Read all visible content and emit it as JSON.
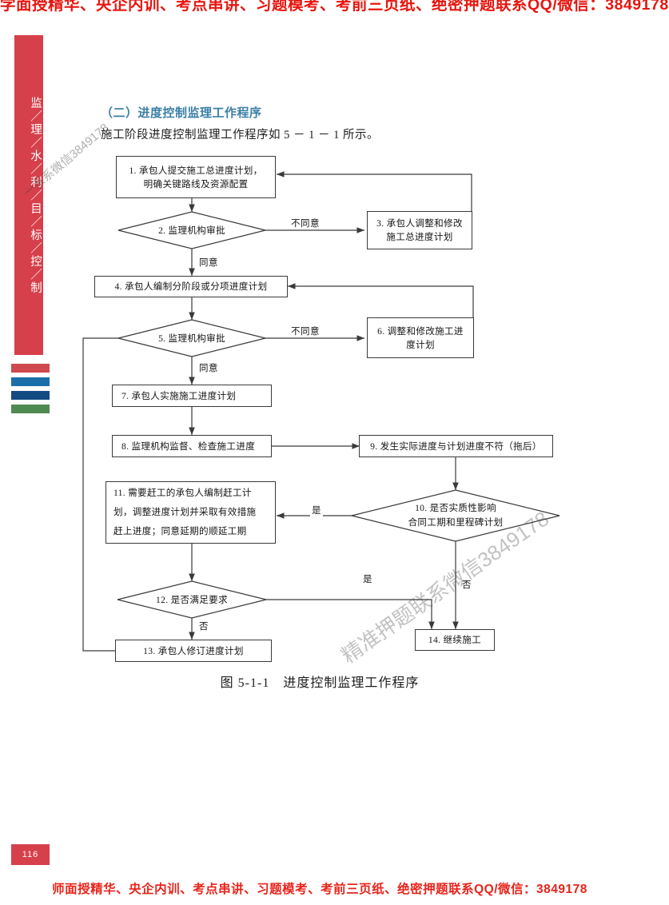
{
  "banners": {
    "top": "学面授精华、央企内训、考点串讲、习题模考、考前三页纸、绝密押题联系QQ/微信：3849178",
    "bottom": "师面授精华、央企内训、考点串讲、习题模考、考前三页纸、绝密押题联系QQ/微信：3849178"
  },
  "sidebar": {
    "tab_text": "监／理／水／利／目／标／控／制",
    "bars": [
      "#cf4a4f",
      "#1b6fa8",
      "#144a82",
      "#4e8a52"
    ],
    "page_number": "116"
  },
  "content": {
    "section_title": "（二）进度控制监理工作程序",
    "paragraph": "施工阶段进度控制监理工作程序如 5 － 1 － 1 所示。",
    "figure_caption": "图 5-1-1　进度控制监理工作程序"
  },
  "watermarks": {
    "small": "一系系微信3849178",
    "large": "精准押题联系微信3849178"
  },
  "chart_data": {
    "type": "diagram",
    "title": "进度控制监理工作程序",
    "nodes": [
      {
        "id": 1,
        "shape": "box",
        "text": "1. 承包人提交施工总进度计划，\n明确关键路线及资源配置"
      },
      {
        "id": 2,
        "shape": "diamond",
        "text": "2. 监理机构审批"
      },
      {
        "id": 3,
        "shape": "box",
        "text": "3. 承包人调整和修改\n施工总进度计划"
      },
      {
        "id": 4,
        "shape": "box",
        "text": "4. 承包人编制分阶段或分项进度计划"
      },
      {
        "id": 5,
        "shape": "diamond",
        "text": "5. 监理机构审批"
      },
      {
        "id": 6,
        "shape": "box",
        "text": "6. 调整和修改施工进\n度计划"
      },
      {
        "id": 7,
        "shape": "box",
        "text": "7. 承包人实施施工进度计划"
      },
      {
        "id": 8,
        "shape": "box",
        "text": "8. 监理机构监督、检查施工进度"
      },
      {
        "id": 9,
        "shape": "box",
        "text": "9. 发生实际进度与计划进度不符（拖后）"
      },
      {
        "id": 10,
        "shape": "diamond",
        "text": "10. 是否实质性影响\n合同工期和里程碑计划"
      },
      {
        "id": 11,
        "shape": "box",
        "text": "11. 需要赶工的承包人编制赶工计\n划，调整进度计划并采取有效措施\n赶上进度；同意延期的顺延工期"
      },
      {
        "id": 12,
        "shape": "diamond",
        "text": "12. 是否满足要求"
      },
      {
        "id": 13,
        "shape": "box",
        "text": "13. 承包人修订进度计划"
      },
      {
        "id": 14,
        "shape": "box",
        "text": "14. 继续施工"
      }
    ],
    "edge_labels": [
      {
        "id": "e2_no",
        "text": "不同意"
      },
      {
        "id": "e2_yes",
        "text": "同意"
      },
      {
        "id": "e5_no",
        "text": "不同意"
      },
      {
        "id": "e5_yes",
        "text": "同意"
      },
      {
        "id": "e10_yes",
        "text": "是"
      },
      {
        "id": "e10_no",
        "text": "否"
      },
      {
        "id": "e12_yes",
        "text": "是"
      },
      {
        "id": "e12_no",
        "text": "否"
      }
    ]
  }
}
